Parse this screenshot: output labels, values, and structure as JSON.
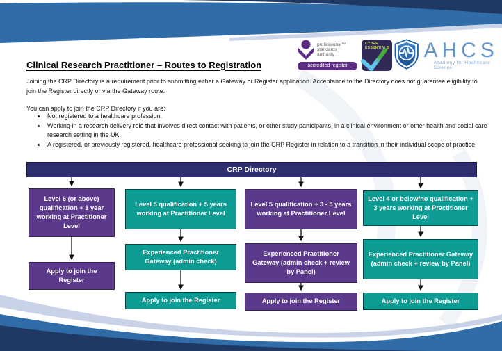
{
  "page": {
    "title": "Clinical Research Practitioner – Routes to Registration",
    "intro": "Joining the CRP Directory is a requirement prior to submitting either a Gateway or Register application. Acceptance to the Directory does not guarantee eligibility to join the Register directly or via the Gateway route.",
    "apply_intro": "You can apply to join the CRP Directory if you are:",
    "bullets": [
      "Not registered to a healthcare profession.",
      "Working in a research delivery role that involves direct contact with patients, or other study participants, in a clinical environment or other health and social care research setting in the UK.",
      "A registered, or previously registered, healthcare professional seeking to join the CRP Register in relation to a transition in their individual scope of practice"
    ]
  },
  "logos": {
    "psa": {
      "line1": "professional™",
      "line2": "standards",
      "line3": "authority",
      "badge": "accredited register"
    },
    "cyber_essentials": {
      "line1": "CYBER",
      "line2": "ESSENTIALS"
    },
    "ahcs": {
      "acronym": "AHCS",
      "tagline": "Academy for Healthcare Science"
    }
  },
  "flowchart": {
    "directory_label": "CRP Directory",
    "columns": [
      {
        "color": "purple",
        "boxes": [
          "Level 6 (or above) qualification + 1 year working at Practitioner Level",
          "Apply to join the Register"
        ]
      },
      {
        "color": "teal",
        "boxes": [
          "Level 5 qualification + 5 years working at Practitioner Level",
          "Experienced Practitioner Gateway (admin check)",
          "Apply to join the Register"
        ]
      },
      {
        "color": "purple",
        "boxes": [
          "Level 5 qualification + 3 - 5 years working at Practitioner Level",
          "Experienced Practitioner Gateway (admin check + review by Panel)",
          "Apply to join the Register"
        ]
      },
      {
        "color": "teal",
        "boxes": [
          "Level 4 or below/no qualification + 3 years working at Practitioner Level",
          "Experienced Practitioner Gateway (admin check + review by Panel)",
          "Apply to join the Register"
        ]
      }
    ]
  },
  "colors": {
    "box_purple": "#5b3a8c",
    "box_teal": "#0d9c94",
    "directory_bar": "#2d2f6e",
    "band_blue": "#2f6ca8",
    "band_navy": "#1f3864",
    "band_pale": "#c9d3e8",
    "psa_purple": "#5c2d82",
    "cyber_badge_bg": "#322a56",
    "cyber_text": "#c3d043",
    "ahcs_blue": "#6493c5"
  }
}
